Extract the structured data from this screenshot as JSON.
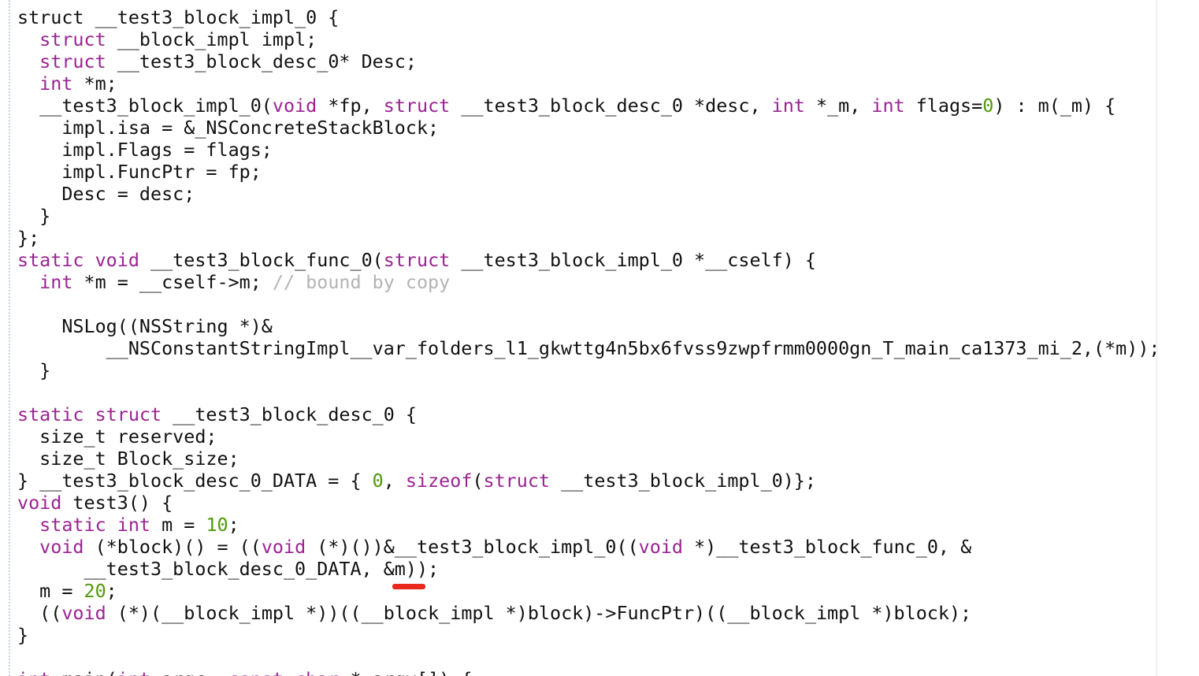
{
  "code_lines": [
    [
      {
        "t": "plain",
        "s": "struct"
      },
      {
        "t": "plain",
        "s": " __test3_block_impl_0 {"
      }
    ],
    [
      {
        "t": "plain",
        "s": "  "
      },
      {
        "t": "kw",
        "s": "struct"
      },
      {
        "t": "plain",
        "s": " __block_impl impl;"
      }
    ],
    [
      {
        "t": "plain",
        "s": "  "
      },
      {
        "t": "kw",
        "s": "struct"
      },
      {
        "t": "plain",
        "s": " __test3_block_desc_0* Desc;"
      }
    ],
    [
      {
        "t": "plain",
        "s": "  "
      },
      {
        "t": "kw",
        "s": "int"
      },
      {
        "t": "plain",
        "s": " *m;"
      }
    ],
    [
      {
        "t": "plain",
        "s": "  __test3_block_impl_0("
      },
      {
        "t": "kw",
        "s": "void"
      },
      {
        "t": "plain",
        "s": " *fp, "
      },
      {
        "t": "kw",
        "s": "struct"
      },
      {
        "t": "plain",
        "s": " __test3_block_desc_0 *desc, "
      },
      {
        "t": "kw",
        "s": "int"
      },
      {
        "t": "plain",
        "s": " *_m, "
      },
      {
        "t": "kw",
        "s": "int"
      },
      {
        "t": "plain",
        "s": " flags="
      },
      {
        "t": "num",
        "s": "0"
      },
      {
        "t": "plain",
        "s": ") : m(_m) {"
      }
    ],
    [
      {
        "t": "plain",
        "s": "    impl.isa = &_NSConcreteStackBlock;"
      }
    ],
    [
      {
        "t": "plain",
        "s": "    impl.Flags = flags;"
      }
    ],
    [
      {
        "t": "plain",
        "s": "    impl.FuncPtr = fp;"
      }
    ],
    [
      {
        "t": "plain",
        "s": "    Desc = desc;"
      }
    ],
    [
      {
        "t": "plain",
        "s": "  }"
      }
    ],
    [
      {
        "t": "plain",
        "s": "};"
      }
    ],
    [
      {
        "t": "kw",
        "s": "static"
      },
      {
        "t": "plain",
        "s": " "
      },
      {
        "t": "kw",
        "s": "void"
      },
      {
        "t": "plain",
        "s": " __test3_block_func_0("
      },
      {
        "t": "kw",
        "s": "struct"
      },
      {
        "t": "plain",
        "s": " __test3_block_impl_0 *__cself) {"
      }
    ],
    [
      {
        "t": "plain",
        "s": "  "
      },
      {
        "t": "kw",
        "s": "int"
      },
      {
        "t": "plain",
        "s": " *m = __cself->m; "
      },
      {
        "t": "cmt",
        "s": "// bound by copy"
      }
    ],
    [
      {
        "t": "plain",
        "s": ""
      }
    ],
    [
      {
        "t": "plain",
        "s": "    NSLog((NSString *)&"
      }
    ],
    [
      {
        "t": "plain",
        "s": "        __NSConstantStringImpl__var_folders_l1_gkwttg4n5bx6fvss9zwpfrmm0000gn_T_main_ca1373_mi_2,(*m));"
      }
    ],
    [
      {
        "t": "plain",
        "s": "  }"
      }
    ],
    [
      {
        "t": "plain",
        "s": ""
      }
    ],
    [
      {
        "t": "kw",
        "s": "static"
      },
      {
        "t": "plain",
        "s": " "
      },
      {
        "t": "kw",
        "s": "struct"
      },
      {
        "t": "plain",
        "s": " __test3_block_desc_0 {"
      }
    ],
    [
      {
        "t": "plain",
        "s": "  size_t reserved;"
      }
    ],
    [
      {
        "t": "plain",
        "s": "  size_t Block_size;"
      }
    ],
    [
      {
        "t": "plain",
        "s": "} __test3_block_desc_0_DATA = { "
      },
      {
        "t": "num",
        "s": "0"
      },
      {
        "t": "plain",
        "s": ", "
      },
      {
        "t": "kw",
        "s": "sizeof"
      },
      {
        "t": "plain",
        "s": "("
      },
      {
        "t": "kw",
        "s": "struct"
      },
      {
        "t": "plain",
        "s": " __test3_block_impl_0)};"
      }
    ],
    [
      {
        "t": "kw",
        "s": "void"
      },
      {
        "t": "plain",
        "s": " test3() {"
      }
    ],
    [
      {
        "t": "plain",
        "s": "  "
      },
      {
        "t": "kw",
        "s": "static"
      },
      {
        "t": "plain",
        "s": " "
      },
      {
        "t": "kw",
        "s": "int"
      },
      {
        "t": "plain",
        "s": " m = "
      },
      {
        "t": "num",
        "s": "10"
      },
      {
        "t": "plain",
        "s": ";"
      }
    ],
    [
      {
        "t": "plain",
        "s": "  "
      },
      {
        "t": "kw",
        "s": "void"
      },
      {
        "t": "plain",
        "s": " (*block)() = (("
      },
      {
        "t": "kw",
        "s": "void"
      },
      {
        "t": "plain",
        "s": " (*)())&__test3_block_impl_0(("
      },
      {
        "t": "kw",
        "s": "void"
      },
      {
        "t": "plain",
        "s": " *)__test3_block_func_0, &"
      }
    ],
    [
      {
        "t": "plain",
        "s": "      __test3_block_desc_0_DATA, &m));"
      }
    ],
    [
      {
        "t": "plain",
        "s": "  m = "
      },
      {
        "t": "num",
        "s": "20"
      },
      {
        "t": "plain",
        "s": ";"
      }
    ],
    [
      {
        "t": "plain",
        "s": "  (("
      },
      {
        "t": "kw",
        "s": "void"
      },
      {
        "t": "plain",
        "s": " (*)(__block_impl *))((__block_impl *)block)->FuncPtr)((__block_impl *)block);"
      }
    ],
    [
      {
        "t": "plain",
        "s": "}"
      }
    ],
    [
      {
        "t": "plain",
        "s": ""
      }
    ],
    [
      {
        "t": "kw",
        "s": "int"
      },
      {
        "t": "plain",
        "s": " main("
      },
      {
        "t": "kw",
        "s": "int"
      },
      {
        "t": "plain",
        "s": " argc, "
      },
      {
        "t": "kw",
        "s": "const"
      },
      {
        "t": "plain",
        "s": " "
      },
      {
        "t": "kw",
        "s": "char"
      },
      {
        "t": "plain",
        "s": " * argv[]) {"
      }
    ]
  ],
  "colors": {
    "keyword": "#9b2393",
    "number": "#4e9a06",
    "comment": "#b4b4b4",
    "text": "#111111",
    "annotation": "#e8291c"
  }
}
